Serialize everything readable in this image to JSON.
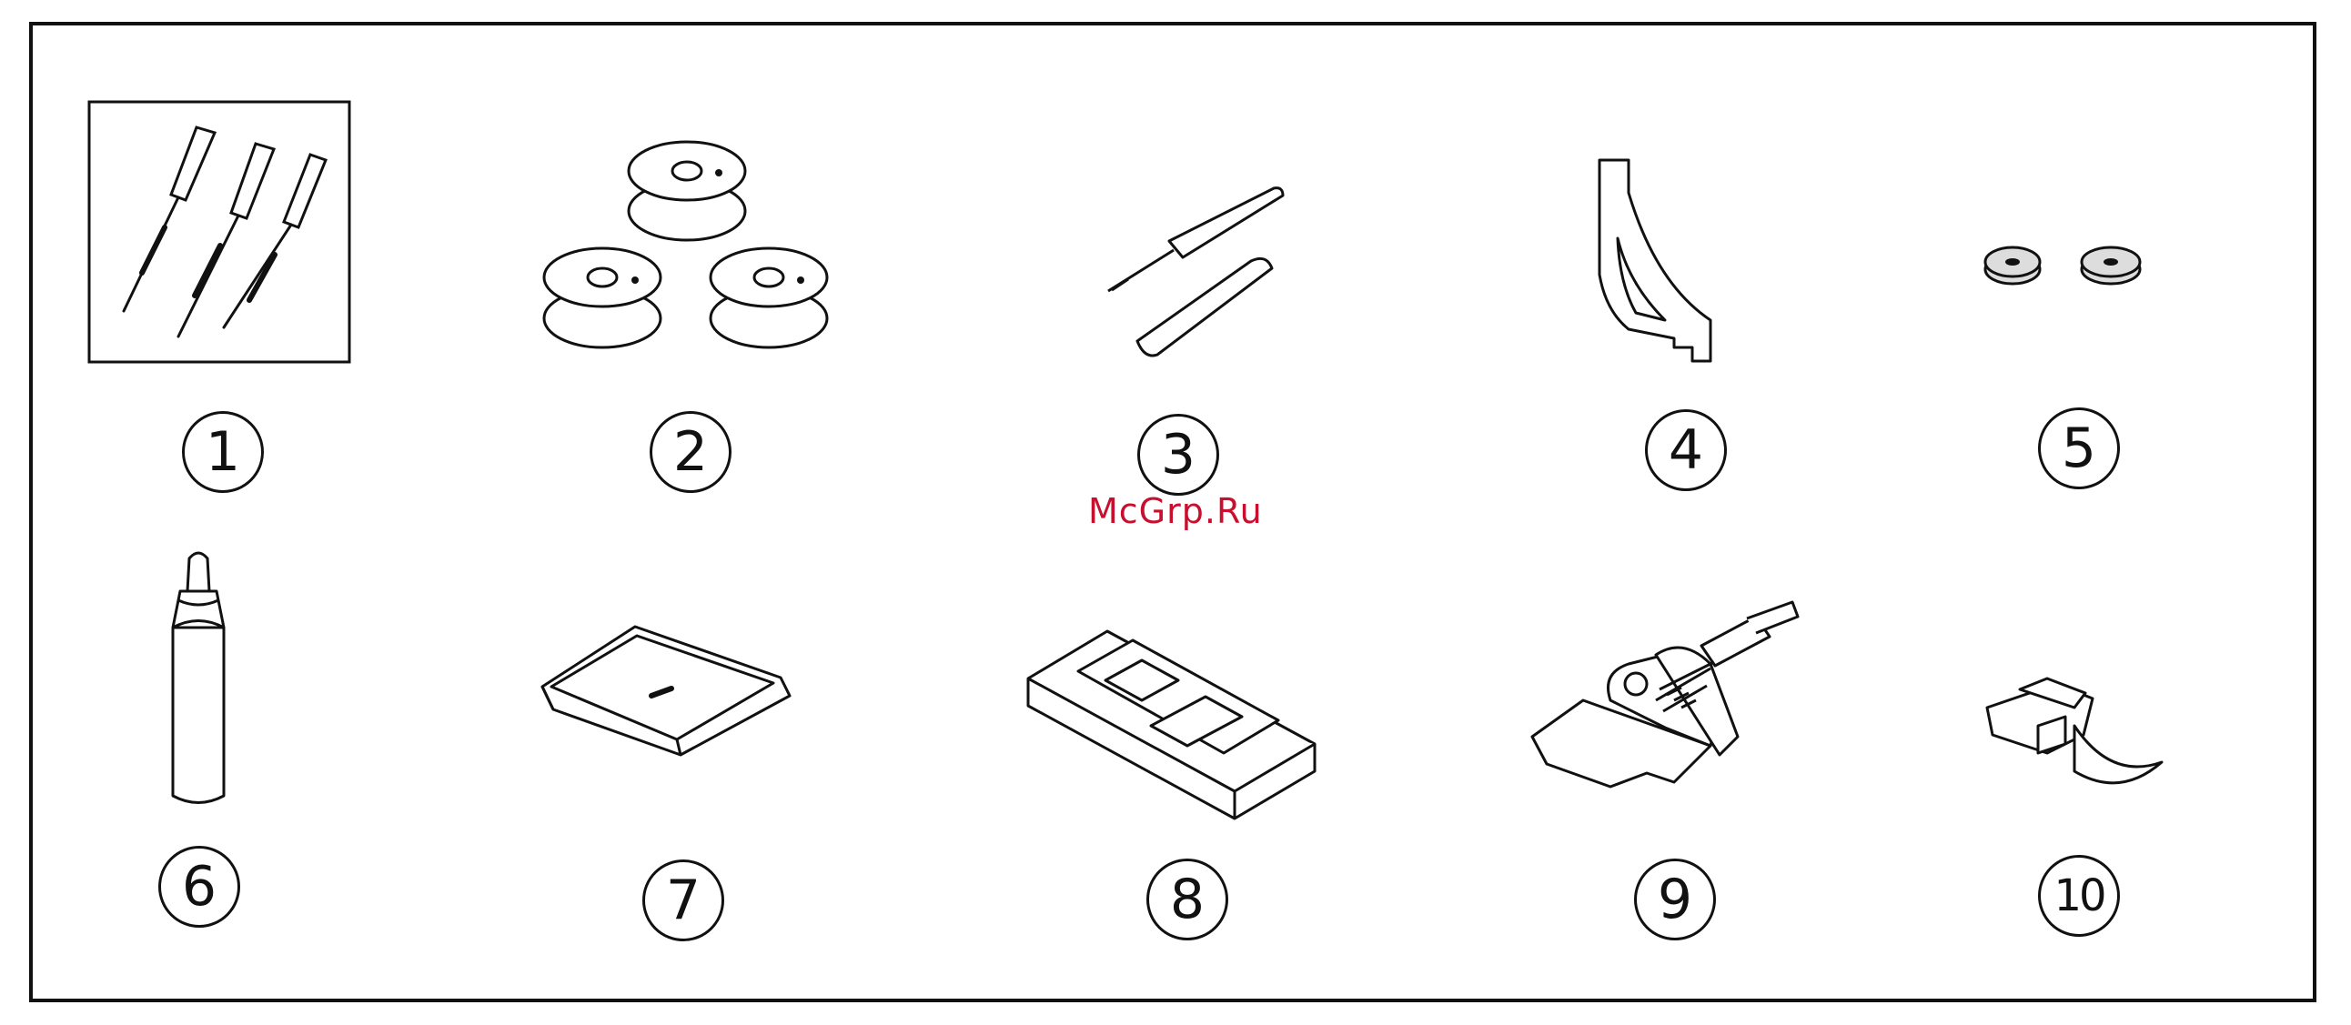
{
  "items": [
    {
      "number": "1",
      "icon": "needles-icon"
    },
    {
      "number": "2",
      "icon": "bobbins-icon"
    },
    {
      "number": "3",
      "icon": "seam-ripper-icon"
    },
    {
      "number": "4",
      "icon": "seam-guide-icon"
    },
    {
      "number": "5",
      "icon": "spool-felts-icon"
    },
    {
      "number": "6",
      "icon": "oil-bottle-icon"
    },
    {
      "number": "7",
      "icon": "buttonhole-plate-icon"
    },
    {
      "number": "8",
      "icon": "buttonhole-foot-icon"
    },
    {
      "number": "9",
      "icon": "walking-foot-icon"
    },
    {
      "number": "10",
      "icon": "zipper-foot-icon"
    }
  ],
  "watermark": "McGrp.Ru",
  "colors": {
    "line": "#111111",
    "watermark": "#c8102e"
  }
}
